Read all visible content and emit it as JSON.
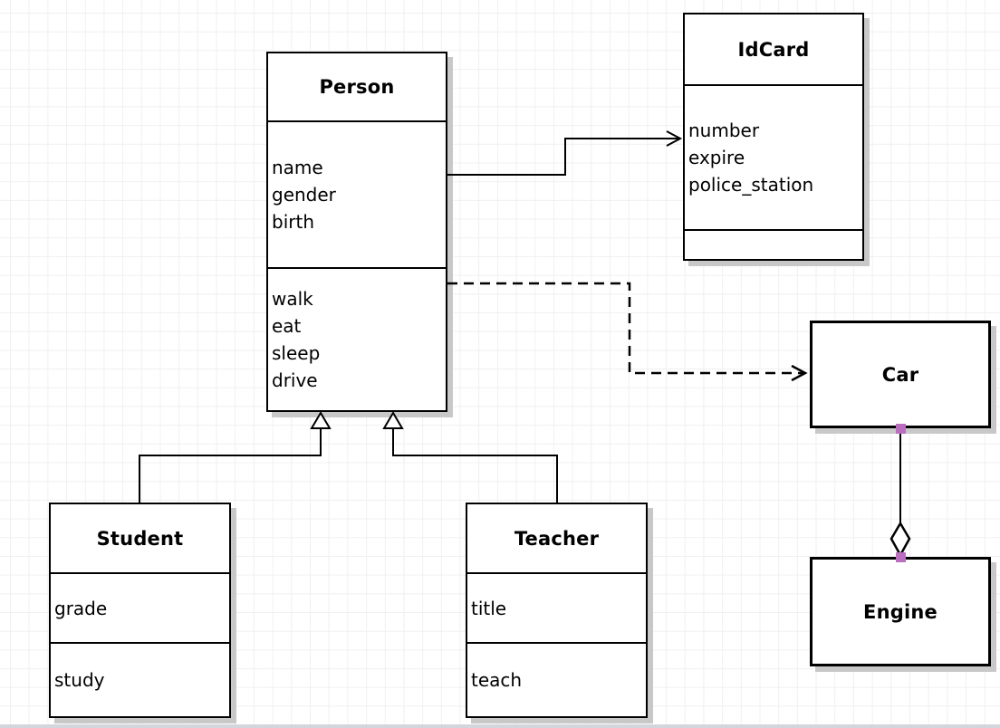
{
  "canvas": {
    "background": "#ffffff",
    "grid_color": "#f0f0f0"
  },
  "classes": {
    "person": {
      "title": "Person",
      "attributes": [
        "name",
        "gender",
        "birth"
      ],
      "methods": [
        "walk",
        "eat",
        "sleep",
        "drive"
      ]
    },
    "idcard": {
      "title": "IdCard",
      "attributes": [
        "number",
        "expire",
        "police_station"
      ],
      "methods": []
    },
    "car": {
      "title": "Car"
    },
    "engine": {
      "title": "Engine"
    },
    "student": {
      "title": "Student",
      "attributes": [
        "grade"
      ],
      "methods": [
        "study"
      ]
    },
    "teacher": {
      "title": "Teacher",
      "attributes": [
        "title"
      ],
      "methods": [
        "teach"
      ]
    }
  },
  "relationships": [
    {
      "type": "association",
      "from": "Person",
      "to": "IdCard",
      "line": "solid",
      "arrow": "open-arrowhead"
    },
    {
      "type": "dependency",
      "from": "Person",
      "to": "Car",
      "line": "dashed",
      "arrow": "open-arrowhead"
    },
    {
      "type": "generalization",
      "from": "Student",
      "to": "Person",
      "line": "solid",
      "arrow": "hollow-triangle"
    },
    {
      "type": "generalization",
      "from": "Teacher",
      "to": "Person",
      "line": "solid",
      "arrow": "hollow-triangle"
    },
    {
      "type": "aggregation",
      "from": "Car",
      "to": "Engine",
      "line": "solid",
      "arrow": "hollow-diamond",
      "endpoint_handles": 2
    }
  ],
  "colors": {
    "line": "#000000",
    "box_border": "#000000",
    "box_fill": "#ffffff",
    "shadow": "#c8c8c8",
    "endpoint_handle": "#b96ebe",
    "grid": "#f0f0f0"
  }
}
